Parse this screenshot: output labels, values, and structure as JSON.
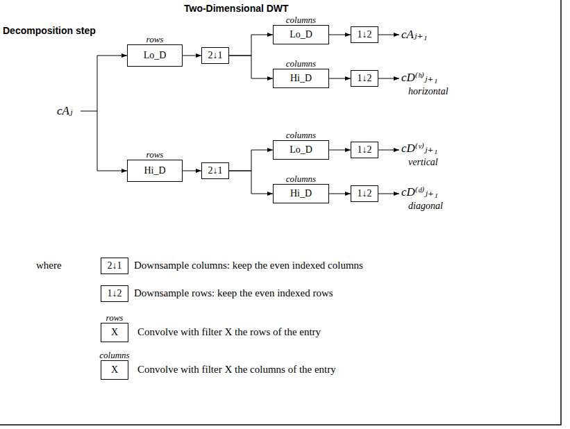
{
  "diagram": {
    "title": "Two-Dimensional DWT",
    "nodes": [
      {
        "text": [
          "rows",
          "Lo_D"
        ]
      },
      {
        "text": [
          "2↓1"
        ]
      },
      {
        "text": [
          "columns",
          "Lo_D"
        ]
      },
      {
        "text": [
          "1↓2"
        ]
      },
      {
        "text": [
          "columns",
          "Hi_D"
        ]
      },
      {
        "text": [
          "1↓2"
        ]
      },
      {
        "text": [
          "rows",
          "Hi_D"
        ]
      },
      {
        "text": [
          "2↓1"
        ]
      },
      {
        "text": [
          "columns",
          "Lo_D"
        ]
      },
      {
        "text": [
          "1↓2"
        ]
      },
      {
        "text": [
          "columns",
          "Hi_D"
        ]
      },
      {
        "text": [
          "1↓2"
        ]
      },
      {
        "text": [
          "2↓1"
        ]
      },
      {
        "text": [
          "1↓2"
        ]
      },
      {
        "text": [
          "rows",
          "X"
        ]
      },
      {
        "text": [
          "columns",
          "X"
        ]
      }
    ],
    "edges": [
      {
        "from": 0,
        "to": 1,
        "arrow": "to"
      },
      {
        "from": 1,
        "to": 2,
        "arrow": "to"
      },
      {
        "from": 1,
        "to": 4,
        "arrow": "to"
      },
      {
        "from": 2,
        "to": 3,
        "arrow": "to"
      },
      {
        "from": 4,
        "to": 5,
        "arrow": "to"
      },
      {
        "from": 6,
        "to": 7,
        "arrow": "to"
      },
      {
        "from": 7,
        "to": 8,
        "arrow": "to"
      },
      {
        "from": 7,
        "to": 10,
        "arrow": "to"
      },
      {
        "from": 8,
        "to": 9,
        "arrow": "to"
      },
      {
        "from": 10,
        "to": 11,
        "arrow": "to"
      }
    ],
    "labels": [
      "Decomposition step",
      "cAⱼ",
      "cAⱼ₊₁",
      "cD⁽ʰ⁾ⱼ₊₁",
      "horizontal",
      "cD⁽ᵛ⁾ⱼ₊₁",
      "vertical",
      "cD⁽ᵈ⁾ⱼ₊₁",
      "diagonal",
      "where",
      "Downsample columns: keep the even indexed columns",
      "Downsample rows: keep the even indexed rows",
      "Convolve with filter X the rows of the entry",
      "Convolve with filter X the columns of the entry"
    ]
  }
}
